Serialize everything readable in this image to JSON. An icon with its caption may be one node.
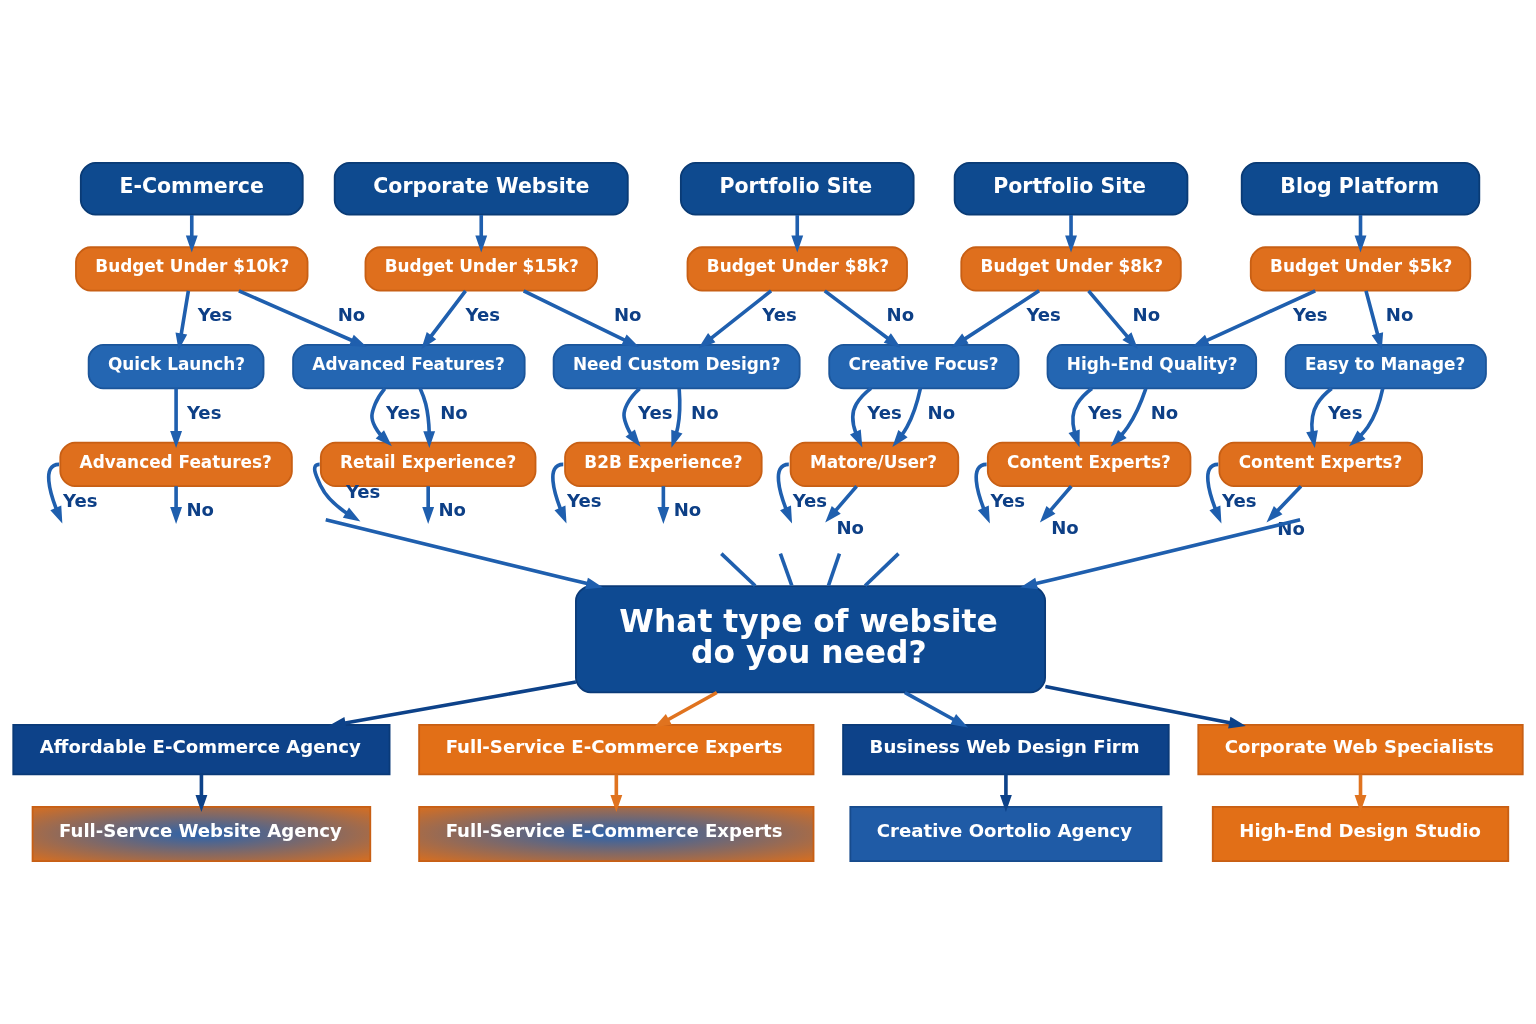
{
  "diagram": {
    "nodes": [
      {
        "text": [
          "E-Commerce"
        ]
      },
      {
        "text": [
          "Corporate Website"
        ]
      },
      {
        "text": [
          "Portfolio Site"
        ]
      },
      {
        "text": [
          "Portfolio Site"
        ]
      },
      {
        "text": [
          "Blog Platform"
        ]
      },
      {
        "text": [
          "Budget Under $10k?"
        ]
      },
      {
        "text": [
          "Budget Under $15k?"
        ]
      },
      {
        "text": [
          "Budget Under $8k?"
        ]
      },
      {
        "text": [
          "Budget Under $8k?"
        ]
      },
      {
        "text": [
          "Budget Under $5k?"
        ]
      },
      {
        "text": [
          "Quick Launch?"
        ]
      },
      {
        "text": [
          "Advanced Features?"
        ]
      },
      {
        "text": [
          "Need Custom Design?"
        ]
      },
      {
        "text": [
          "Creative Focus?"
        ]
      },
      {
        "text": [
          "High-End Quality?"
        ]
      },
      {
        "text": [
          "Easy to Manage?"
        ]
      },
      {
        "text": [
          "Advanced Features?"
        ]
      },
      {
        "text": [
          "Retail Experience?"
        ]
      },
      {
        "text": [
          "B2B Experience?"
        ]
      },
      {
        "text": [
          "Matore/User?"
        ]
      },
      {
        "text": [
          "Content Experts?"
        ]
      },
      {
        "text": [
          "Content Experts?"
        ]
      },
      {
        "text": [
          "What type of website do you need?"
        ]
      },
      {
        "text": [
          "Affordable E-Commerce Agency"
        ]
      },
      {
        "text": [
          "Full-Service E-Commerce Experts"
        ]
      },
      {
        "text": [
          "Business Web Design Firm"
        ]
      },
      {
        "text": [
          "Corporate Web Specialists"
        ]
      },
      {
        "text": [
          "Full-Servce Website Agency"
        ]
      },
      {
        "text": [
          "Full-Service E-Commerce Experts"
        ]
      },
      {
        "text": [
          "Creative Oortolio Agency"
        ]
      },
      {
        "text": [
          "High-End Design Studio"
        ]
      }
    ],
    "edges": [
      {
        "from": 0,
        "to": 5,
        "arrow": "to"
      },
      {
        "from": 1,
        "to": 6,
        "arrow": "to"
      },
      {
        "from": 2,
        "to": 7,
        "arrow": "to"
      },
      {
        "from": 3,
        "to": 8,
        "arrow": "to"
      },
      {
        "from": 4,
        "to": 9,
        "arrow": "to"
      },
      {
        "from": 5,
        "to": 10,
        "arrow": "to",
        "label": "Yes"
      },
      {
        "from": 5,
        "to": 11,
        "arrow": "to",
        "label": "No"
      },
      {
        "from": 6,
        "to": 11,
        "arrow": "to",
        "label": "Yes"
      },
      {
        "from": 6,
        "to": 12,
        "arrow": "to",
        "label": "No"
      },
      {
        "from": 7,
        "to": 12,
        "arrow": "to",
        "label": "Yes"
      },
      {
        "from": 7,
        "to": 13,
        "arrow": "to",
        "label": "No"
      },
      {
        "from": 8,
        "to": 13,
        "arrow": "to",
        "label": "Yes"
      },
      {
        "from": 8,
        "to": 14,
        "arrow": "to",
        "label": "No"
      },
      {
        "from": 9,
        "to": 14,
        "arrow": "to",
        "label": "Yes"
      },
      {
        "from": 9,
        "to": 15,
        "arrow": "to",
        "label": "No"
      },
      {
        "from": 10,
        "to": 16,
        "arrow": "to",
        "label": "Yes"
      },
      {
        "from": 11,
        "to": 17,
        "arrow": "to",
        "label": "Yes"
      },
      {
        "from": 11,
        "to": 17,
        "arrow": "to",
        "label": "No"
      },
      {
        "from": 12,
        "to": 18,
        "arrow": "to",
        "label": "Yes"
      },
      {
        "from": 12,
        "to": 18,
        "arrow": "to",
        "label": "No"
      },
      {
        "from": 13,
        "to": 19,
        "arrow": "to",
        "label": "Yes"
      },
      {
        "from": 13,
        "to": 19,
        "arrow": "to",
        "label": "No"
      },
      {
        "from": 14,
        "to": 20,
        "arrow": "to",
        "label": "Yes"
      },
      {
        "from": 14,
        "to": 20,
        "arrow": "to",
        "label": "No"
      },
      {
        "from": 15,
        "to": 21,
        "arrow": "to",
        "label": "Yes"
      },
      {
        "from": 15,
        "to": 21,
        "arrow": "to"
      },
      {
        "from": 16,
        "to": null,
        "arrow": "to",
        "label": "Yes"
      },
      {
        "from": 16,
        "to": null,
        "arrow": "to",
        "label": "No"
      },
      {
        "from": 17,
        "to": null,
        "arrow": "to",
        "label": "Yes"
      },
      {
        "from": 17,
        "to": null,
        "arrow": "to",
        "label": "No"
      },
      {
        "from": 18,
        "to": null,
        "arrow": "to",
        "label": "Yes"
      },
      {
        "from": 18,
        "to": null,
        "arrow": "to",
        "label": "No"
      },
      {
        "from": 19,
        "to": null,
        "arrow": "to",
        "label": "Yes"
      },
      {
        "from": 19,
        "to": null,
        "arrow": "to",
        "label": "No"
      },
      {
        "from": 20,
        "to": null,
        "arrow": "to",
        "label": "Yes"
      },
      {
        "from": 20,
        "to": null,
        "arrow": "to",
        "label": "No"
      },
      {
        "from": 21,
        "to": null,
        "arrow": "to",
        "label": "Yes"
      },
      {
        "from": 21,
        "to": null,
        "arrow": "to",
        "label": "No"
      },
      {
        "from": null,
        "to": 22,
        "arrow": "to"
      },
      {
        "from": null,
        "to": 22,
        "arrow": "to"
      },
      {
        "from": null,
        "to": 22,
        "arrow": "none"
      },
      {
        "from": null,
        "to": 22,
        "arrow": "none"
      },
      {
        "from": null,
        "to": 22,
        "arrow": "none"
      },
      {
        "from": null,
        "to": 22,
        "arrow": "none"
      },
      {
        "from": 22,
        "to": 23,
        "arrow": "to",
        "color": "#0d4289"
      },
      {
        "from": 22,
        "to": 24,
        "arrow": "to",
        "color": "#e0731f"
      },
      {
        "from": 22,
        "to": 25,
        "arrow": "to"
      },
      {
        "from": 22,
        "to": 26,
        "arrow": "to",
        "color": "#0d4289"
      },
      {
        "from": 23,
        "to": 27,
        "arrow": "to",
        "color": "#0d4289"
      },
      {
        "from": 24,
        "to": 28,
        "arrow": "to",
        "color": "#e0731f"
      },
      {
        "from": 25,
        "to": 29,
        "arrow": "to",
        "color": "#0d4289"
      },
      {
        "from": 26,
        "to": 30,
        "arrow": "to",
        "color": "#e0731f"
      }
    ]
  }
}
